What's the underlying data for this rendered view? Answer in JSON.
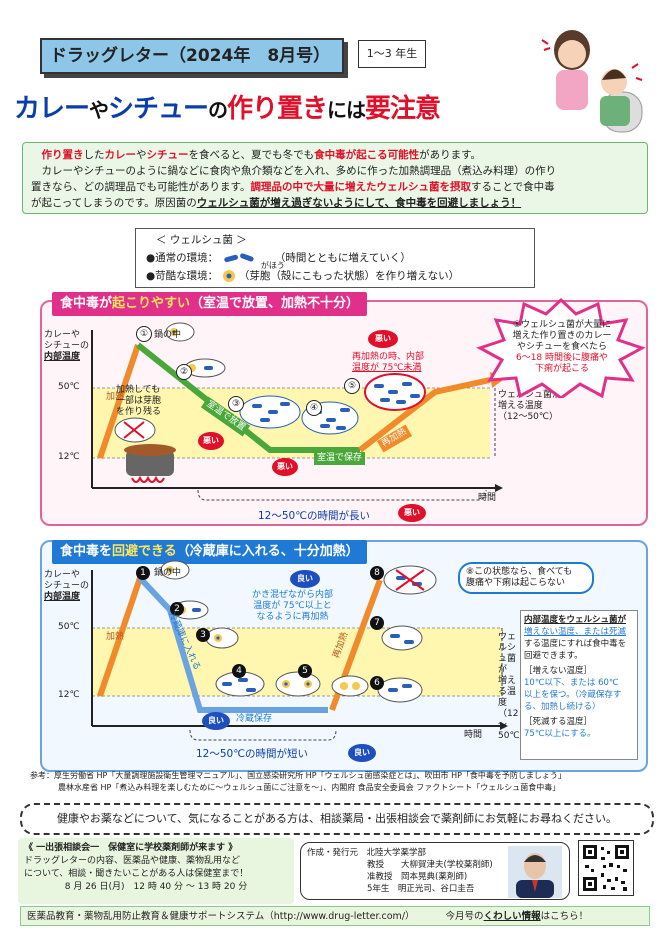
{
  "header": {
    "title": "ドラッグレター（2024年　8月号）",
    "grade": "1～3 年生"
  },
  "headline": {
    "p1": "カレー",
    "p2": "や",
    "p3": "シチュー",
    "p4": "の",
    "p5": "作り置き",
    "p6": "には",
    "p7": "要注意"
  },
  "intro": {
    "l1a": "作り置き",
    "l1b": "した",
    "l1c": "カレー",
    "l1d": "や",
    "l1e": "シチュー",
    "l1f": "を食べると、夏でも冬でも",
    "l1g": "食中毒が起こる可能性",
    "l1h": "があります。",
    "l2": "カレーやシチューのように鍋などに食肉や魚介類などを入れ、多めに作った加熱調理品（煮込み料理）の作り",
    "l3a": "置きなら、どの調理品でも可能性があります。",
    "l3b": "調理品の中で大量に増えたウェルシュ菌を摂取",
    "l3c": "することで食中毒",
    "l4a": "が起こってしまうのです。原因菌の",
    "l4b": "ウェルシュ菌が増え過ぎないようにして、食中毒を回避しましょう！"
  },
  "legend": {
    "title": "＜ ウェルシュ菌 ＞",
    "row1_label": "●通常の環境：",
    "row1_desc": "（時間とともに増えていく）",
    "row2_label": "●苛酷な環境：",
    "row2_ruby": "がほう",
    "row2_desc": "（芽胞（殻にこもった状態）を作り増えない）"
  },
  "panel1": {
    "tab_a": "食中毒が",
    "tab_b": "起こりやすい",
    "tab_c": "（室温で放置、加熱不十分）",
    "ylabel1": "カレーや",
    "ylabel2": "シチューの",
    "ylabel3": "内部温度",
    "y50": "50℃",
    "y12": "12℃",
    "xlabel": "時間",
    "heat": "加熱",
    "pot": "鍋の中",
    "spore_note1": "加熱しても",
    "spore_note2": "一部は芽胞",
    "spore_note3": "を作り残る",
    "leave": "室温で放置",
    "keep": "室温で保存",
    "reheat": "再加熱",
    "reheat_note1": "再加熱の時、内部",
    "reheat_note2": "温度が 75℃未満",
    "bad": "悪い",
    "range": "12～50℃の時間が長い",
    "grow_label1": "ウェルシュ菌が",
    "grow_label2": "増える温度",
    "grow_range": "（12～50℃）",
    "burst1": "⑤ウェルシュ菌が大量に",
    "burst2": "増えた作り置きのカレー",
    "burst3": "やシチューを食べたら",
    "burst4": "6～18 時間後に腹痛や",
    "burst5": "下痢が起こる",
    "n1": "①",
    "n2": "②",
    "n3": "③",
    "n4": "④",
    "n5": "⑤"
  },
  "panel2": {
    "tab_a": "食中毒を",
    "tab_b": "回避できる",
    "tab_c": "（冷蔵庫に入れる、十分加熱）",
    "ylabel1": "カレーや",
    "ylabel2": "シチューの",
    "ylabel3": "内部温度",
    "y50": "50℃",
    "y12": "12℃",
    "xlabel": "時間",
    "heat": "加熱",
    "pot": "鍋の中",
    "fridge": "冷蔵庫に入れる",
    "keep": "冷蔵保存",
    "reheat": "再加熱",
    "mix1": "かき混ぜながら内部",
    "mix2": "温度が 75℃以上と",
    "mix3": "なるように再加熱",
    "good": "良い",
    "range": "12～50℃の時間が短い",
    "safe1": "⑧この状態なら、食べても",
    "safe2": "腹痛や下痢は起こらない",
    "grow_label1": "ウェルシュ菌が",
    "grow_label2": "増える温度",
    "grow_range": "（12～50℃）",
    "side1": "内部温度をウェルシュ菌が",
    "side2": "増えない温度、または死滅",
    "side3": "する温度にすれば食中毒を",
    "side4": "回避できます。",
    "side5": "［増えない温度］",
    "side6": "10℃以下、または 60℃",
    "side7": "以上を保つ。（冷蔵保存す",
    "side8": "る、加熱し続ける）",
    "side9": "［死滅する温度］",
    "side10": "75℃以上にする。",
    "n1": "1",
    "n2": "2",
    "n3": "3",
    "n4": "4",
    "n5": "5",
    "n6": "6",
    "n7": "7",
    "n8": "8"
  },
  "refs": {
    "l1": "参考：厚生労働省 HP「大量調理施設衛生管理マニュアル」、国立感染研究所 HP「ウェルシュ菌感染症とは」、吹田市 HP「食中毒を予防しましょう」",
    "l2": "農林水産省 HP「煮込み料理を楽しむために～ウェルシュ菌にご注意を～」、内閣府 食品安全委員会 ファクトシート「ウェルシュ菌食中毒」"
  },
  "consult": "健康やお薬などについて、気になることがある方は、相談薬局・出張相談会で薬剤師にお気軽にお尋ねください。",
  "soudan": {
    "title": "《 一出張相談会一　保健室に学校薬剤師が来ます 》",
    "l1": "ドラッグレターの内容、医薬品や健康、薬物乱用など",
    "l2": "について、相談・聞きたいことがある人は保健室まで！",
    "date": "8 月 26 日(月)　12 時 40 分 ～ 13 時 20 分"
  },
  "author": {
    "label": "作成・発行元",
    "org": "北陸大学薬学部",
    "r1": "教授　　大柳賀津夫(学校薬剤師)",
    "r2": "准教授　岡本晃典(薬剤師)",
    "r3": "5年生　明正光司、谷口圭吾"
  },
  "footer": {
    "left": "医薬品教育・薬物乱用防止教育＆健康サポートシステム（http://www.drug-letter.com/）",
    "right_a": "今月号の",
    "right_b": "くわしい情報",
    "right_c": "はこちら！"
  },
  "colors": {
    "red": "#e0102a",
    "blue": "#0b3ea8",
    "pink": "#e0308a",
    "accent_blue": "#1f7ad6",
    "green_bg": "#eaf6e6",
    "yellow_band": "#fff7b0"
  }
}
